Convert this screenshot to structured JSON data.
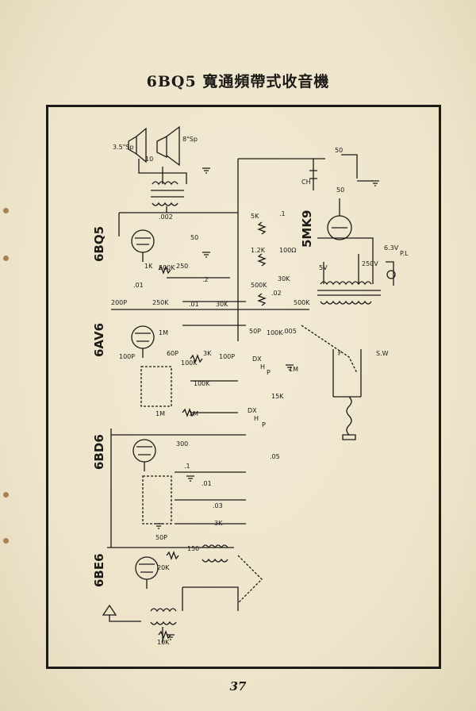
{
  "title": "6BQ5 寬通頻帶式收音機",
  "page_number": "37",
  "tubes": {
    "t1": "6BQ5",
    "t2": "6AV6",
    "t3": "6BD6",
    "t4": "6BE6",
    "t5": "5MK9"
  },
  "labels": {
    "sp1": "3.5\"Sp",
    "sp2": "8\"Sp",
    "c10": "10",
    "c002": ".002",
    "r5k": "5K",
    "c1": ".1",
    "r12k": "1.2K",
    "r100": "100Ω",
    "c50a": "50",
    "r1k": "1K",
    "r500k": "500K",
    "r250": "250",
    "c01": ".01",
    "c2": ".2",
    "r250k": "250K",
    "c01b": ".01",
    "r30k": "30K",
    "c02": ".02",
    "r30kb": "30K",
    "r500kb": "500K",
    "r500kc": "500K",
    "c200p": "200P",
    "r1m": "1M",
    "c50p": "50P",
    "r100k": "100K",
    "c005": ".005",
    "c100p": "100P",
    "c60p": "60P",
    "r10k": "100K",
    "r3k": "3K",
    "c100pb": "100P",
    "r100kb": "100K",
    "dx": "DX",
    "h": "H",
    "p": "P",
    "r1mb": "1M",
    "r15k": "15K",
    "r1mc": "1M",
    "dx2": "DX",
    "h2": "H",
    "p2": "P",
    "r1md": "1M",
    "c05": ".05",
    "r300": "300",
    "c1b": ".1",
    "c01c": ".01",
    "c03": ".03",
    "r3kb": "3K",
    "c50pb": "50P",
    "r150": "150",
    "r20k": "20K",
    "r10kb": "10K",
    "ch": "CH",
    "c50c": "50",
    "c50d": "50",
    "v5": "5V",
    "v250": "250V",
    "v63": "6.3V",
    "pl": "P.L",
    "f": "F",
    "sw": "S.W"
  }
}
